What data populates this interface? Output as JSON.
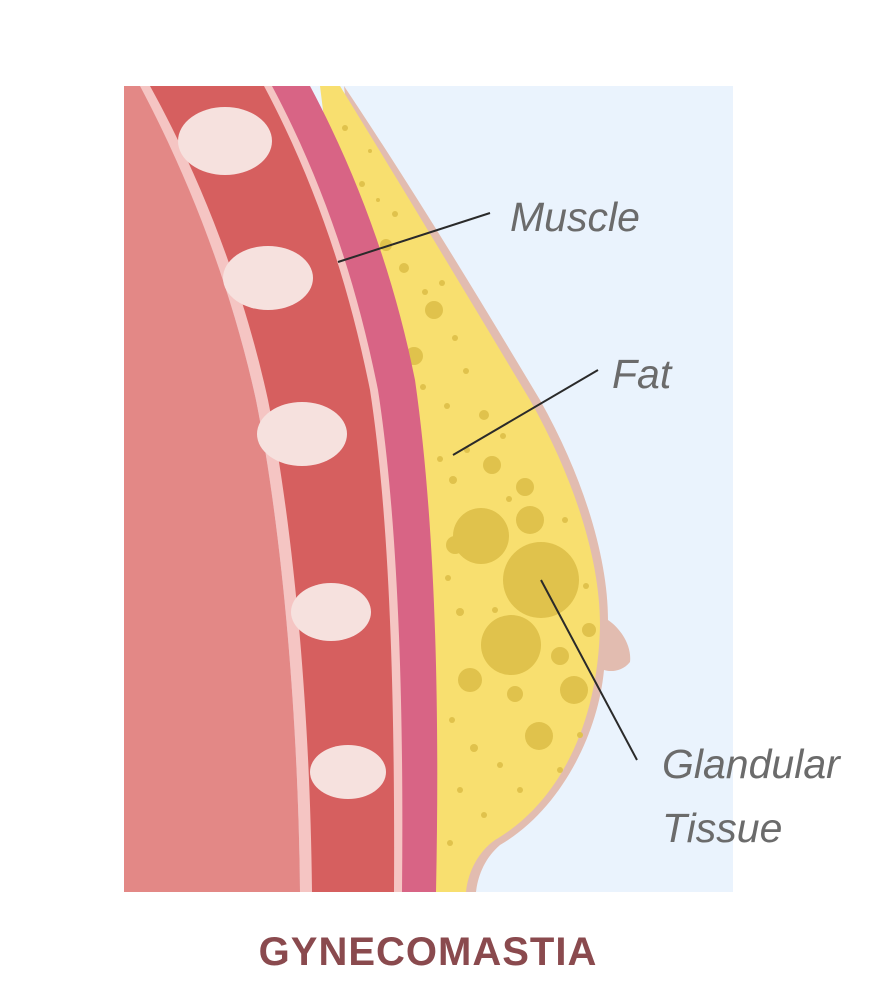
{
  "labels": {
    "muscle": "Muscle",
    "fat": "Fat",
    "glandular_line1": "Glandular",
    "glandular_line2": "Tissue"
  },
  "title": "GYNECOMASTIA",
  "colors": {
    "background_panel": "#eaf3fd",
    "body_inner": "#e38886",
    "rib_band": "#d65f5f",
    "rib_outline": "#f5c5c3",
    "rib": "#f6e1de",
    "muscle": "#d86485",
    "fat": "#f8df6f",
    "glandular": "#e0c24c",
    "skin": "#e2bcb0",
    "title": "#8a4a4e",
    "label_text": "#6b6b6b",
    "leader_line": "#2a2a2a"
  }
}
